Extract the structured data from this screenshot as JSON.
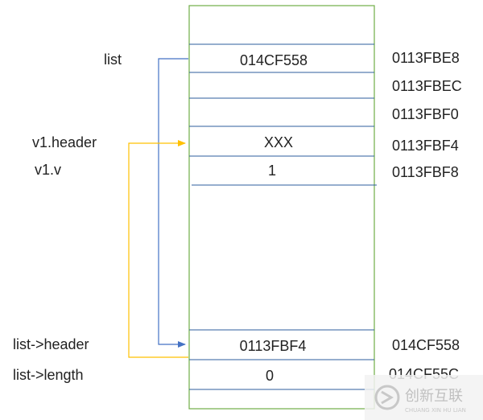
{
  "memory": {
    "cells": {
      "list_value": "014CF558",
      "header_value": "XXX",
      "v_value": "1",
      "ptr_header_value": "0113FBF4",
      "ptr_length_value": "0"
    },
    "addresses": [
      "0113FBE8",
      "0113FBEC",
      "0113FBF0",
      "0113FBF4",
      "0113FBF8",
      "014CF558",
      "014CF55C"
    ]
  },
  "labels": {
    "list": "list",
    "v1_header": "v1.header",
    "v1_v": "v1.v",
    "list_header": "list->header",
    "list_length": "list->length"
  },
  "colors": {
    "frame": "#70ad47",
    "cell_divider": "#2e5e9e",
    "pointer_list": "#4472c4",
    "pointer_header": "#ffc000"
  },
  "watermark": {
    "text": "创新互联",
    "subtext": "CHUANG XIN HU LIAN"
  }
}
